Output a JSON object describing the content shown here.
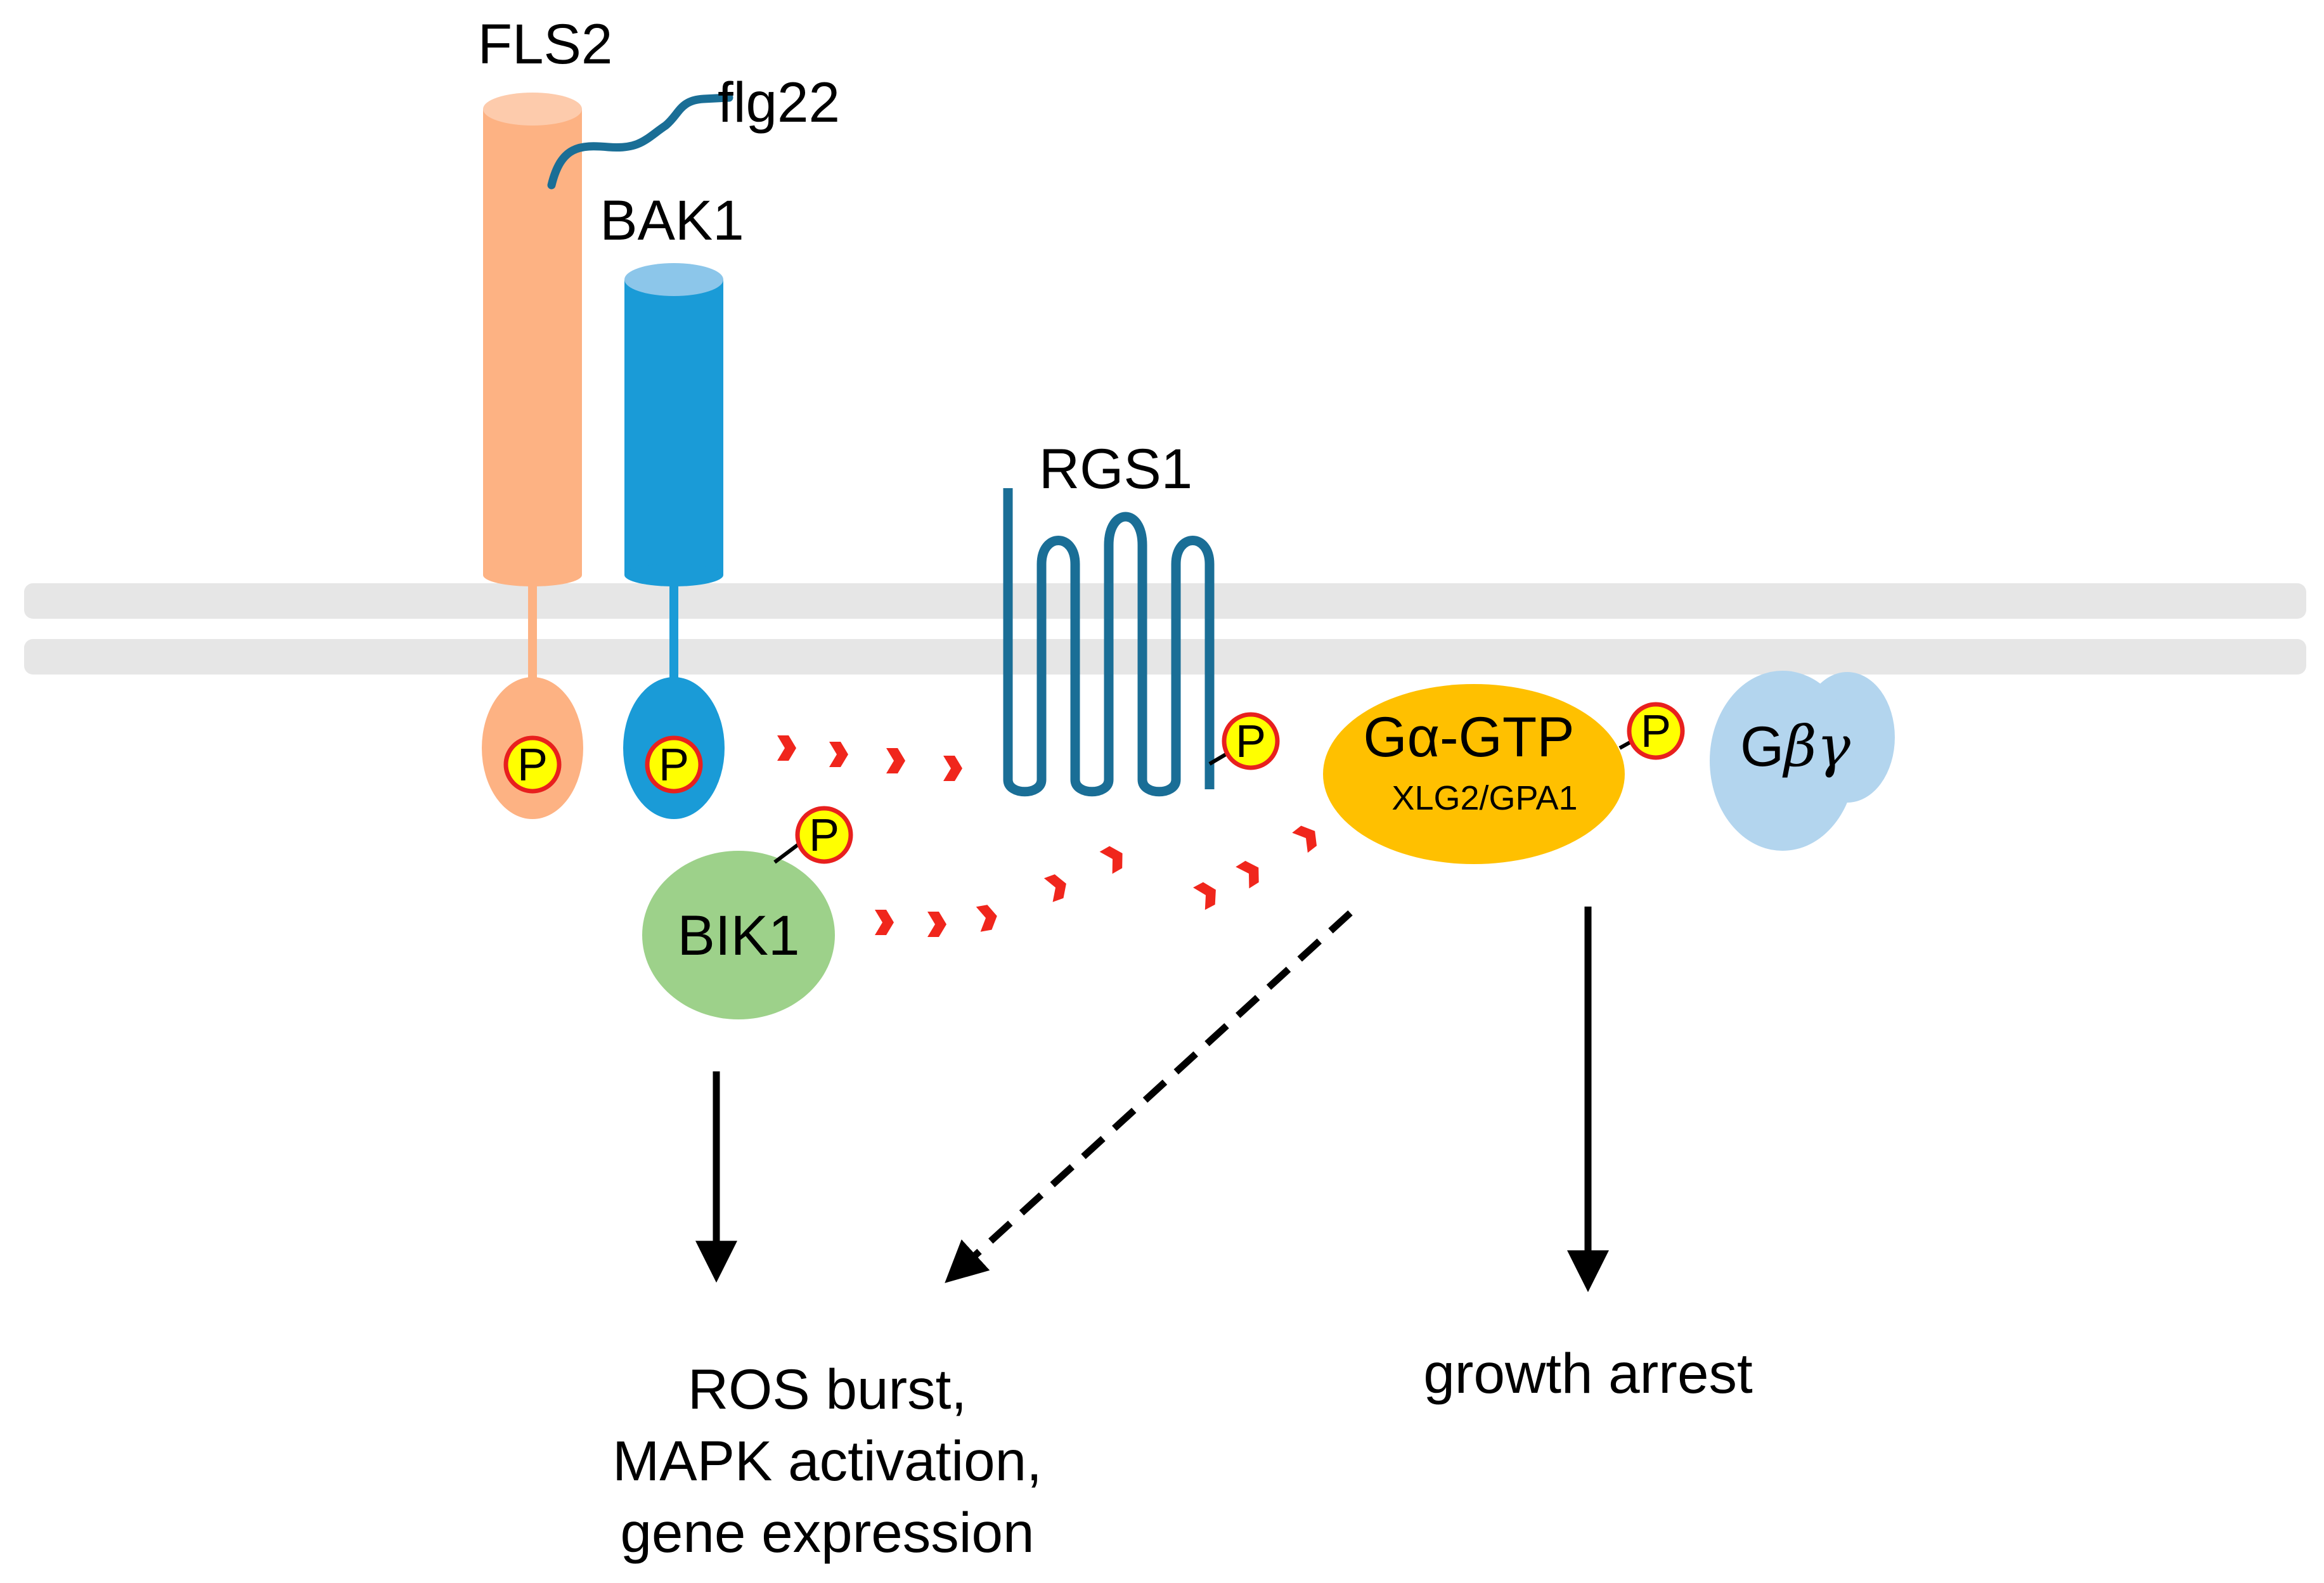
{
  "labels": {
    "fls2": "FLS2",
    "flg22": "flg22",
    "bak1": "BAK1",
    "rgs1": "RGS1",
    "bik1": "BIK1",
    "galpha": "Gα-GTP",
    "galpha_sub": "XLG2/GPA1",
    "gbg_g": "G",
    "gbg_greek": "βγ",
    "phospho": "P"
  },
  "outcomes": {
    "ros_line1": "ROS burst,",
    "ros_line2": "MAPK activation,",
    "ros_line3": "gene expression",
    "growth": "growth arrest"
  },
  "colors": {
    "fls2": "#FDB283",
    "fls2_top": "#FDCBAC",
    "bak1": "#1A9BD7",
    "bak1_top": "#8CC6EA",
    "rgs1": "#1A6E96",
    "flg22": "#1A6E96",
    "bik1": "#9DD18A",
    "galpha": "#FFC000",
    "gbg": "#B3D5EE",
    "membrane": "#E6E6E6",
    "phospho_fill": "#FFFF00",
    "phospho_ring": "#E8201E",
    "chevron": "#F0261C",
    "arrow": "#000000"
  }
}
